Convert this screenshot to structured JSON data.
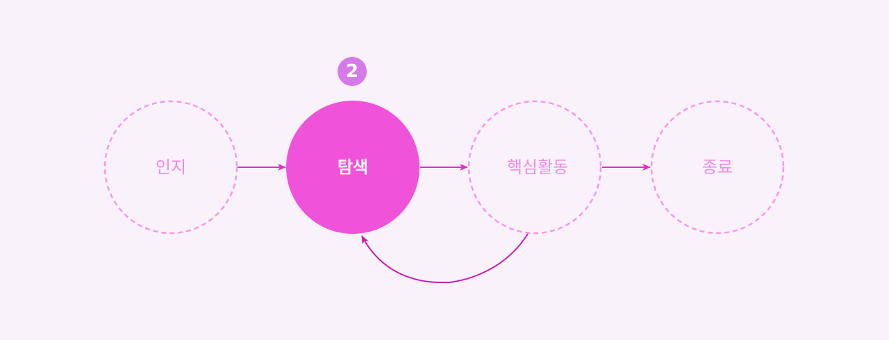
{
  "diagram": {
    "colors": {
      "background": "#f9f2fa",
      "active_fill": "#ef53da",
      "inactive_stroke": "#f697ec",
      "inactive_text": "#f28be6",
      "arrow": "#e32fc8",
      "loop_arrow": "#c81aac",
      "badge": "#d57ae8"
    },
    "step_badge": "2",
    "nodes": [
      {
        "id": "awareness",
        "label": "인지",
        "state": "inactive"
      },
      {
        "id": "exploration",
        "label": "탐색",
        "state": "active"
      },
      {
        "id": "core-activity",
        "label": "핵심활동",
        "state": "inactive"
      },
      {
        "id": "end",
        "label": "종료",
        "state": "inactive"
      }
    ],
    "edges": [
      {
        "from": "인지",
        "to": "탐색"
      },
      {
        "from": "탐색",
        "to": "핵심활동"
      },
      {
        "from": "핵심활동",
        "to": "종료"
      },
      {
        "from": "핵심활동",
        "to": "탐색",
        "type": "loop-back"
      }
    ]
  }
}
